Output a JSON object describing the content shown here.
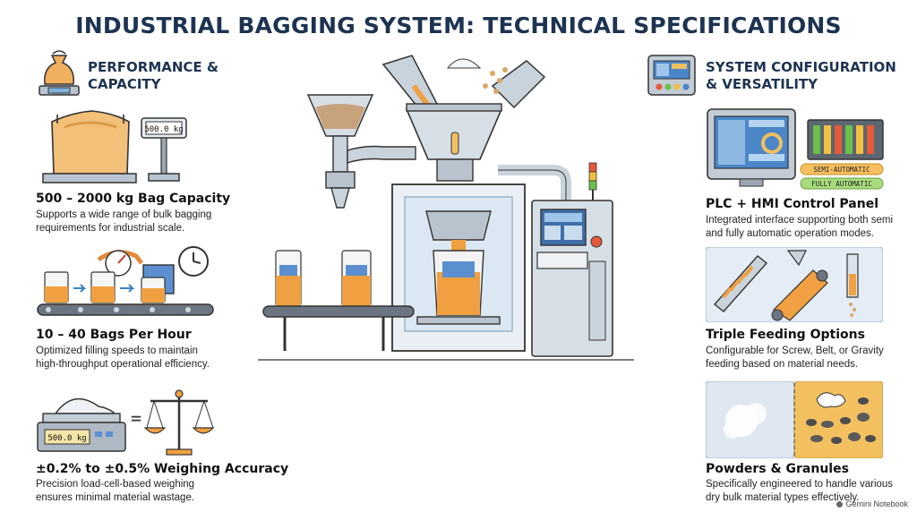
{
  "title": "INDUSTRIAL BAGGING SYSTEM: TECHNICAL SPECIFICATIONS",
  "left": {
    "heading_line1": "PERFORMANCE &",
    "heading_line2": "CAPACITY",
    "features": [
      {
        "title": "500 – 2000 kg Bag Capacity",
        "desc_line1": "Supports a wide range of bulk bagging",
        "desc_line2": "requirements for industrial scale.",
        "scale_display": "500.0 kg"
      },
      {
        "title": "10 – 40 Bags Per Hour",
        "desc_line1": "Optimized filling speeds to maintain",
        "desc_line2": "high-throughput operational efficiency."
      },
      {
        "title": "±0.2% to ±0.5% Weighing Accuracy",
        "desc_line1": "Precision load-cell-based weighing",
        "desc_line2": "ensures minimal material wastage.",
        "scale_display": "500.0 kg",
        "equals": "="
      }
    ]
  },
  "right": {
    "heading_line1": "SYSTEM CONFIGURATION",
    "heading_line2": "& VERSATILITY",
    "features": [
      {
        "title": "PLC + HMI Control Panel",
        "desc_line1": "Integrated interface supporting both semi",
        "desc_line2": "and fully automatic operation modes.",
        "mode1": "SEMI-AUTOMATIC",
        "mode2": "FULLY AUTOMATIC"
      },
      {
        "title": "Triple Feeding Options",
        "desc_line1": "Configurable for Screw, Belt, or Gravity",
        "desc_line2": "feeding based on material needs."
      },
      {
        "title": "Powders & Granules",
        "desc_line1": "Specifically engineered to handle various",
        "desc_line2": "dry bulk material types effectively."
      }
    ]
  },
  "watermark": "Gemini Notebook",
  "colors": {
    "navy": "#1d3351",
    "orange": "#f0a040",
    "steel": "#c9d3dc",
    "blue": "#4a86c8",
    "green": "#7cc04b"
  }
}
